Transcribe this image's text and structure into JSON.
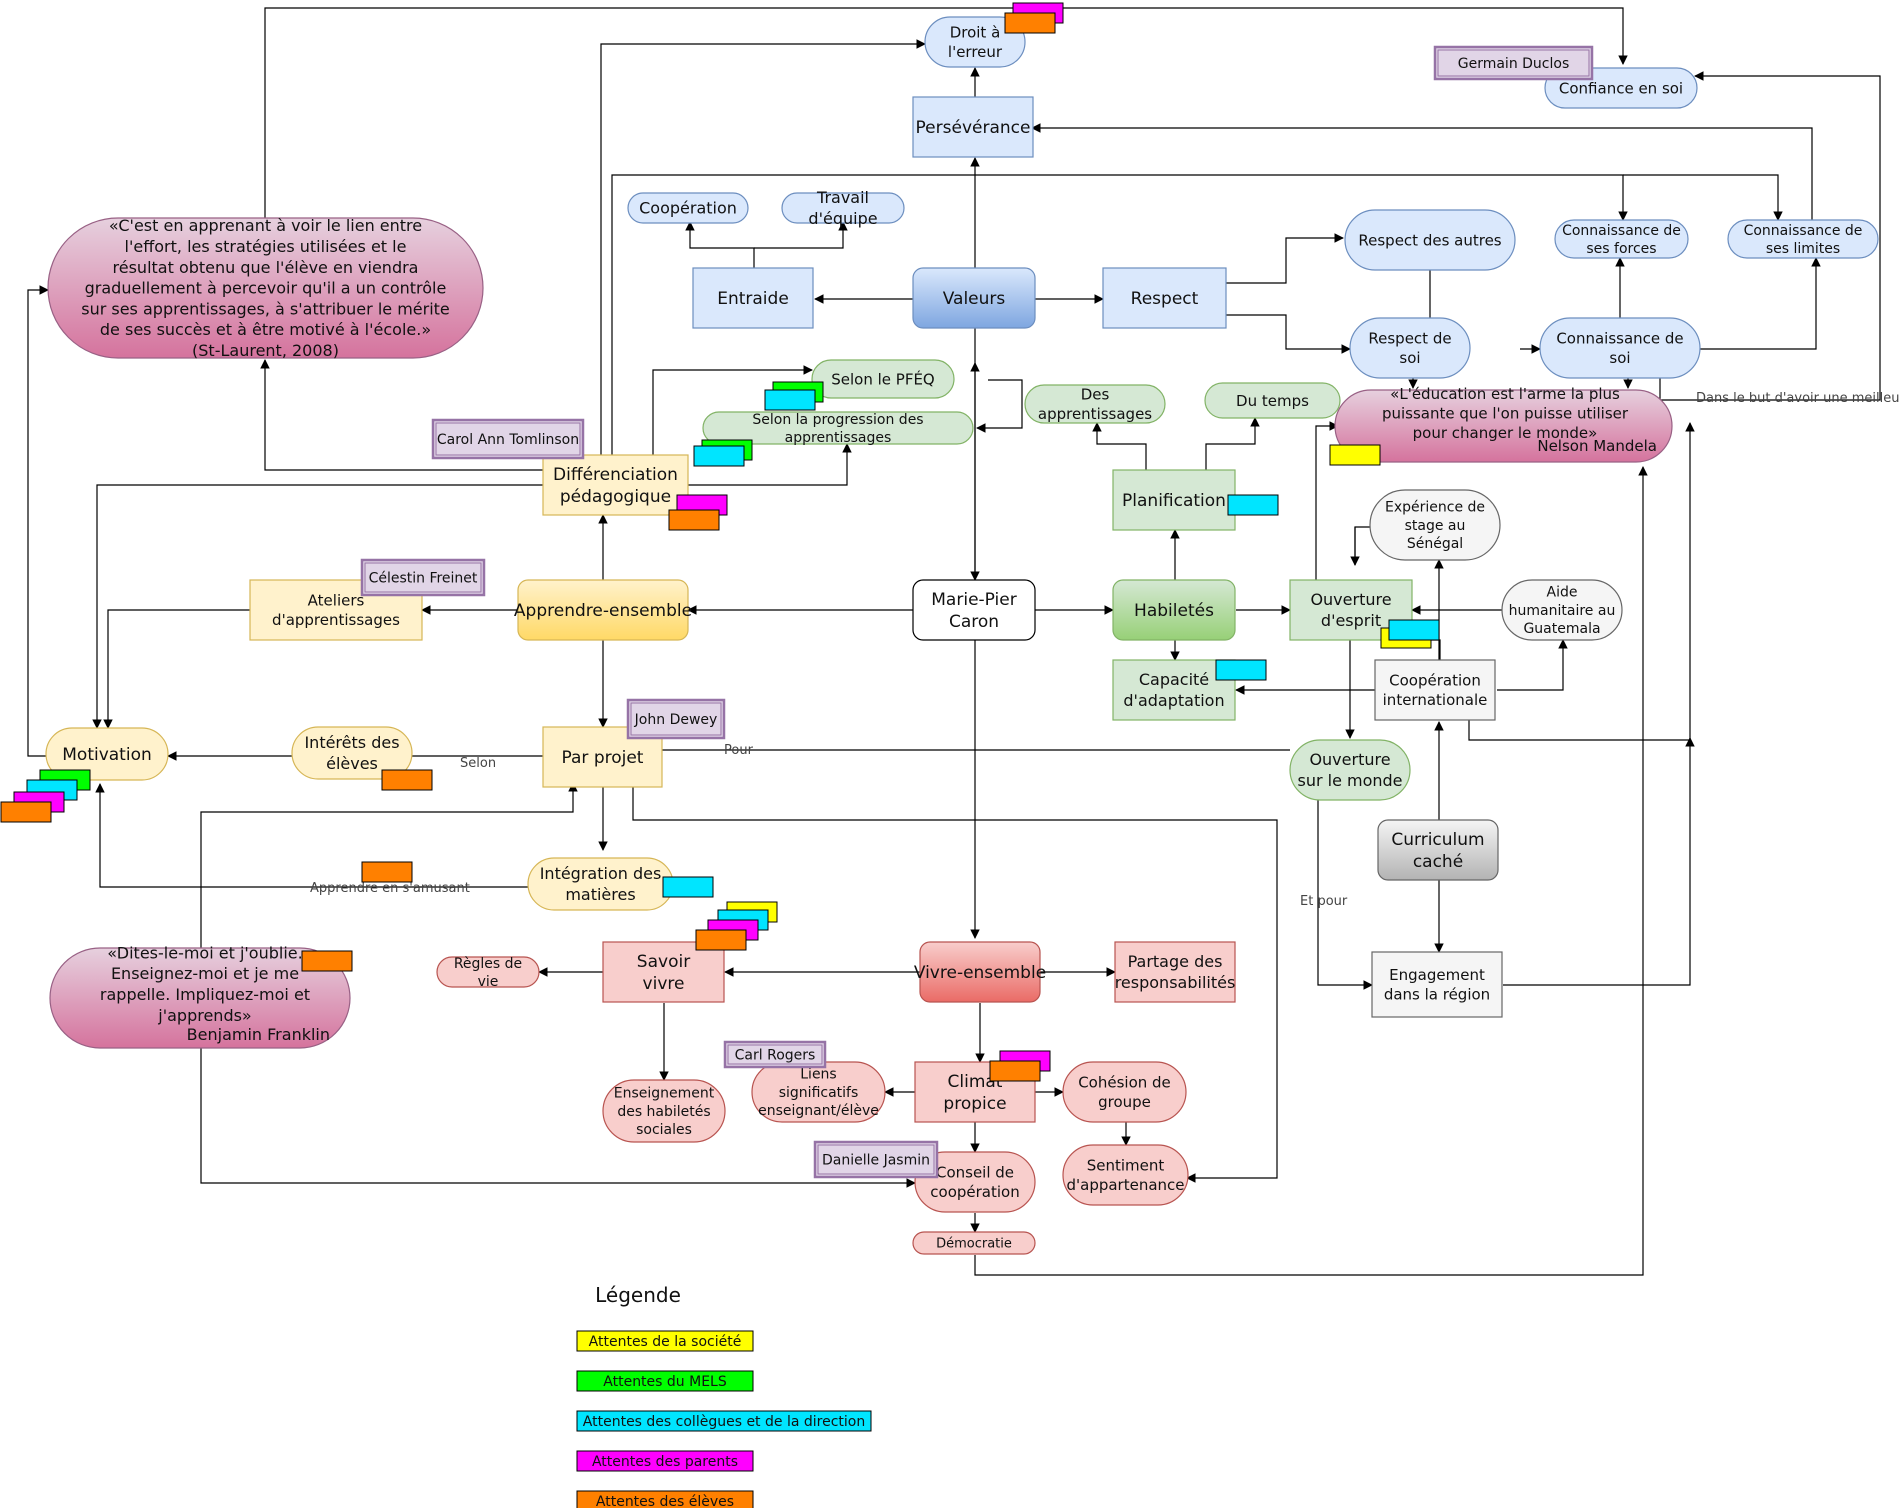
{
  "nodes": {
    "center": "Marie-Pier Caron",
    "valeurs": "Valeurs",
    "entraide": "Entraide",
    "cooperation": "Coopération",
    "travail_equipe": "Travail d'équipe",
    "perseverance": "Persévérance",
    "droit_erreur": "Droit à l'erreur",
    "respect": "Respect",
    "respect_autres": "Respect des autres",
    "respect_soi": "Respect de soi",
    "connaissance_soi": "Connaissance de soi",
    "connaissance_forces": "Connaissance de ses forces",
    "connaissance_limites": "Connaissance de ses limites",
    "confiance_soi": "Confiance en soi",
    "habiletes": "Habiletés",
    "planification": "Planification",
    "des_apprentissages": "Des apprentissages",
    "du_temps": "Du temps",
    "capacite_adaptation": "Capacité d'adaptation",
    "ouverture_esprit": "Ouverture d'esprit",
    "experience_senegal": "Expérience de stage au Sénégal",
    "aide_guatemala": "Aide humanitaire au Guatemala",
    "cooperation_internationale": "Coopération internationale",
    "ouverture_monde": "Ouverture sur le monde",
    "curriculum_cache": "Curriculum caché",
    "engagement_region": "Engagement dans la région",
    "apprendre_ensemble": "Apprendre-ensemble",
    "differenciation": "Différenciation pédagogique",
    "selon_pfeq": "Selon le PFÉQ",
    "selon_progression": "Selon la progression des apprentissages",
    "ateliers": "Ateliers d'apprentissages",
    "par_projet": "Par projet",
    "interets_eleves": "Intérêts des élèves",
    "motivation": "Motivation",
    "integration_matieres": "Intégration des matières",
    "vivre_ensemble": "Vivre-ensemble",
    "savoir_vivre": "Savoir vivre",
    "regles_vie": "Règles de vie",
    "enseignement_habiletes": "Enseignement des habiletés sociales",
    "partage_responsabilites": "Partage des responsabilités",
    "climat_propice": "Climat propice",
    "liens_significatifs": "Liens significatifs enseignant/élève",
    "cohesion_groupe": "Cohésion de groupe",
    "sentiment_appartenance": "Sentiment d'appartenance",
    "conseil_cooperation": "Conseil de coopération",
    "democratie": "Démocratie"
  },
  "quotes": {
    "st_laurent": "«C'est en apprenant à voir le lien entre l'effort, les stratégies utilisées et le résultat obtenu que l'élève en viendra graduellement à percevoir qu'il a un contrôle sur ses apprentissages, à s'attribuer le mérite de ses succès et à être motivé à l'école.» (St-Laurent, 2008)",
    "mandela_text": "«L'éducation est l'arme la plus puissante que l'on puisse utiliser pour changer le monde»",
    "mandela_author": "Nelson Mandela",
    "franklin_text": "«Dites-le-moi et j'oublie. Enseignez-moi et je me rappelle. Impliquez-moi et j'apprends»",
    "franklin_author": "Benjamin Franklin"
  },
  "authors": {
    "tomlinson": "Carol Ann Tomlinson",
    "freinet": "Célestin Freinet",
    "dewey": "John Dewey",
    "duclos": "Germain Duclos",
    "rogers": "Carl Rogers",
    "jasmin": "Danielle Jasmin"
  },
  "edge_labels": {
    "selon": "Selon",
    "pour": "Pour",
    "apprendre_samusant": "Apprendre en s'amusant",
    "et_pour": "Et pour",
    "dans_le_but": "Dans le but d'avoir une meilleure"
  },
  "legend": {
    "title": "Légende",
    "items": [
      {
        "label": "Attentes de la société",
        "color": "#FFFF00"
      },
      {
        "label": "Attentes du MELS",
        "color": "#00FF00"
      },
      {
        "label": "Attentes des collègues et de la direction",
        "color": "#00E5FF"
      },
      {
        "label": "Attentes des parents",
        "color": "#FF00FF"
      },
      {
        "label": "Attentes des élèves",
        "color": "#FF8000"
      }
    ]
  },
  "colors": {
    "society": "#FFFF00",
    "mels": "#00FF00",
    "colleagues": "#00E5FF",
    "parents": "#FF00FF",
    "students": "#FF8000",
    "blue_fill": "#DAE8FC",
    "blue_stroke": "#6C8EBF",
    "yellow_fill": "#FFF2CC",
    "yellow_stroke": "#D6B656",
    "green_fill": "#D5E8D4",
    "green_stroke": "#82B366",
    "red_fill": "#F8CECC",
    "red_stroke": "#B85450",
    "grey_fill": "#F5F5F5",
    "grey_stroke": "#666666",
    "purple_fill": "#E1D5E7",
    "purple_stroke": "#9673A6"
  }
}
